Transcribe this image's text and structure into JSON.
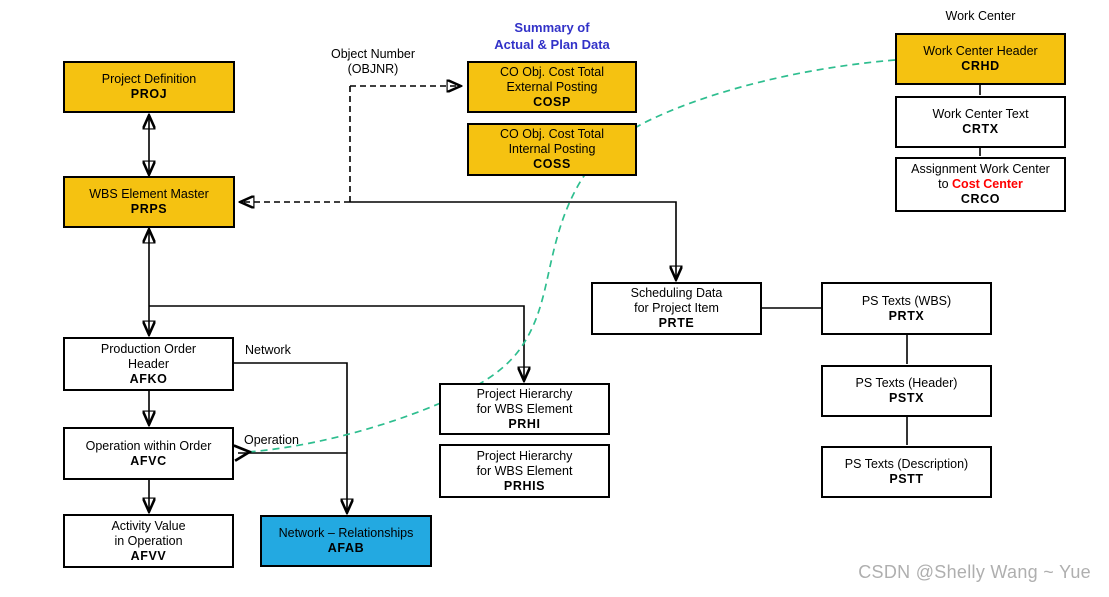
{
  "watermark": "CSDN @Shelly Wang ~ Yue",
  "colors": {
    "node_yellow": "#F5C211",
    "node_blue": "#23A9E1",
    "node_white": "#FFFFFF",
    "node_border": "#000000",
    "summary_title_blue": "#3232C8",
    "cost_center_red": "#FF0000",
    "relation_curve_green": "#2EBE8F",
    "watermark_gray": "#AFAFAF"
  },
  "labels": {
    "work_center_group": "Work Center",
    "summary_line1": "Summary of",
    "summary_line2": "Actual & Plan Data",
    "object_number_line1": "Object Number",
    "object_number_line2": "(OBJNR)",
    "network_edge": "Network",
    "operation_edge": "Operation"
  },
  "boxes": {
    "proj": {
      "line1": "Project Definition",
      "code": "PROJ"
    },
    "prps": {
      "line1": "WBS Element Master",
      "code": "PRPS"
    },
    "afko": {
      "line1": "Production Order",
      "line2": "Header",
      "code": "AFKO"
    },
    "afvc": {
      "line1": "Operation within Order",
      "code": "AFVC"
    },
    "afvv": {
      "line1": "Activity Value",
      "line2": "in Operation",
      "code": "AFVV"
    },
    "afab": {
      "line1": "Network – Relationships",
      "code": "AFAB"
    },
    "cosp": {
      "line1": "CO Obj. Cost Total",
      "line2": "External Posting",
      "code": "COSP"
    },
    "coss": {
      "line1": "CO Obj. Cost Total",
      "line2": "Internal Posting",
      "code": "COSS"
    },
    "prte": {
      "line1": "Scheduling Data",
      "line2": "for Project Item",
      "code": "PRTE"
    },
    "prhi": {
      "line1": "Project Hierarchy",
      "line2": "for WBS Element",
      "code": "PRHI"
    },
    "prhis": {
      "line1": "Project Hierarchy",
      "line2": "for WBS Element",
      "code": "PRHIS"
    },
    "crhd": {
      "line1": "Work Center Header",
      "code": "CRHD"
    },
    "crtx": {
      "line1": "Work Center Text",
      "code": "CRTX"
    },
    "crco": {
      "line1": "Assignment Work Center",
      "line2_prefix": "to ",
      "line2_red": "Cost Center",
      "code": "CRCO"
    },
    "prtx": {
      "line1": "PS Texts (WBS)",
      "code": "PRTX"
    },
    "pstx": {
      "line1": "PS Texts (Header)",
      "code": "PSTX"
    },
    "pstt": {
      "line1": "PS Texts (Description)",
      "code": "PSTT"
    }
  }
}
